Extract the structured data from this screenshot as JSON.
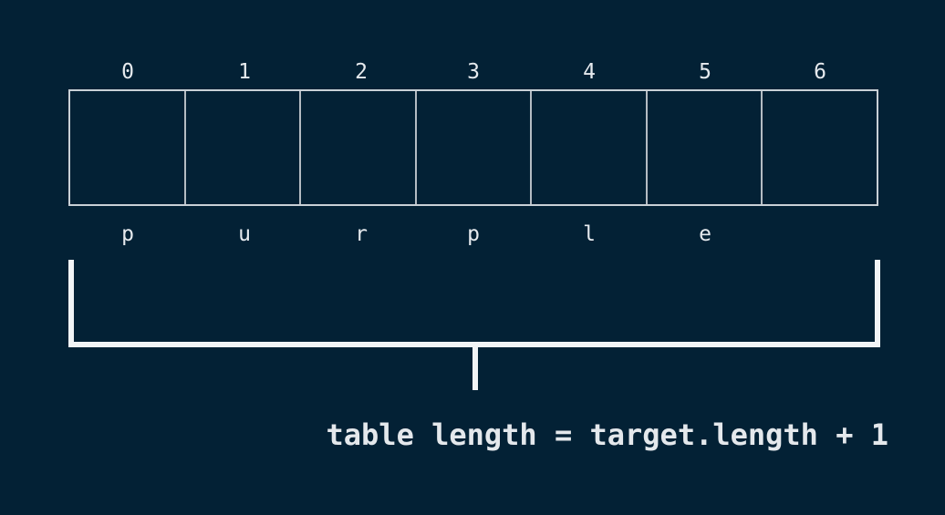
{
  "diagram": {
    "indices": [
      "0",
      "1",
      "2",
      "3",
      "4",
      "5",
      "6"
    ],
    "characters": [
      "p",
      "u",
      "r",
      "p",
      "l",
      "e",
      ""
    ],
    "caption": "table length = target.length + 1"
  },
  "colors": {
    "background": "#032135",
    "text": "#e6eaee",
    "grid": "#c9d0d6",
    "bracket": "#f2f4f6"
  }
}
